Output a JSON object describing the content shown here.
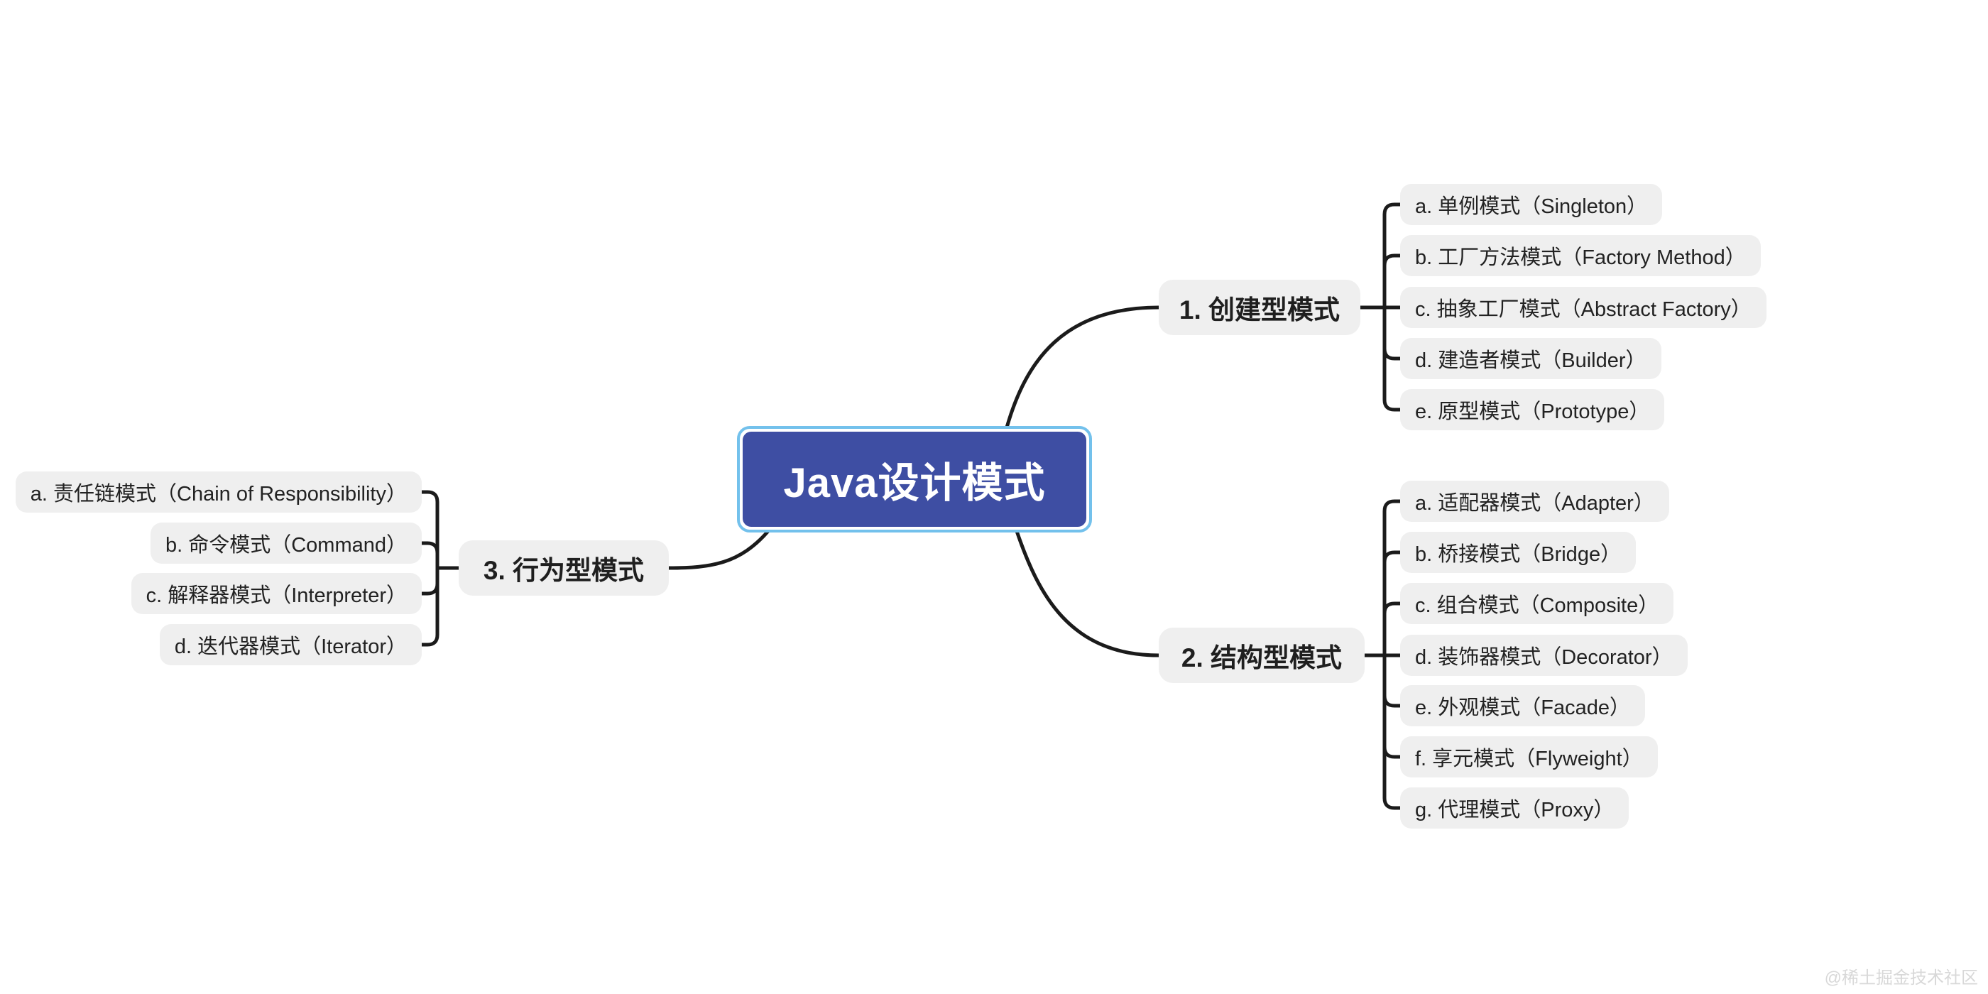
{
  "root": {
    "label": "Java设计模式"
  },
  "branches": [
    {
      "label": "1. 创建型模式",
      "children": [
        "a. 单例模式（Singleton）",
        "b. 工厂方法模式（Factory Method）",
        "c. 抽象工厂模式（Abstract Factory）",
        "d. 建造者模式（Builder）",
        "e. 原型模式（Prototype）"
      ]
    },
    {
      "label": "2. 结构型模式",
      "children": [
        "a. 适配器模式（Adapter）",
        "b. 桥接模式（Bridge）",
        "c. 组合模式（Composite）",
        "d. 装饰器模式（Decorator）",
        "e. 外观模式（Facade）",
        "f. 享元模式（Flyweight）",
        "g. 代理模式（Proxy）"
      ]
    },
    {
      "label": "3. 行为型模式",
      "children": [
        "a. 责任链模式（Chain of Responsibility）",
        "b. 命令模式（Command）",
        "c. 解释器模式（Interpreter）",
        "d. 迭代器模式（Iterator）"
      ]
    }
  ],
  "watermark": "@稀土掘金技术社区",
  "colors": {
    "root_fill": "#3e4ea3",
    "root_text": "#ffffff",
    "selection_border": "#73c1ec",
    "node_fill": "#efefef",
    "node_text": "#222222",
    "connector": "#1b1b1b",
    "watermark_text": "#d8d8d8"
  }
}
